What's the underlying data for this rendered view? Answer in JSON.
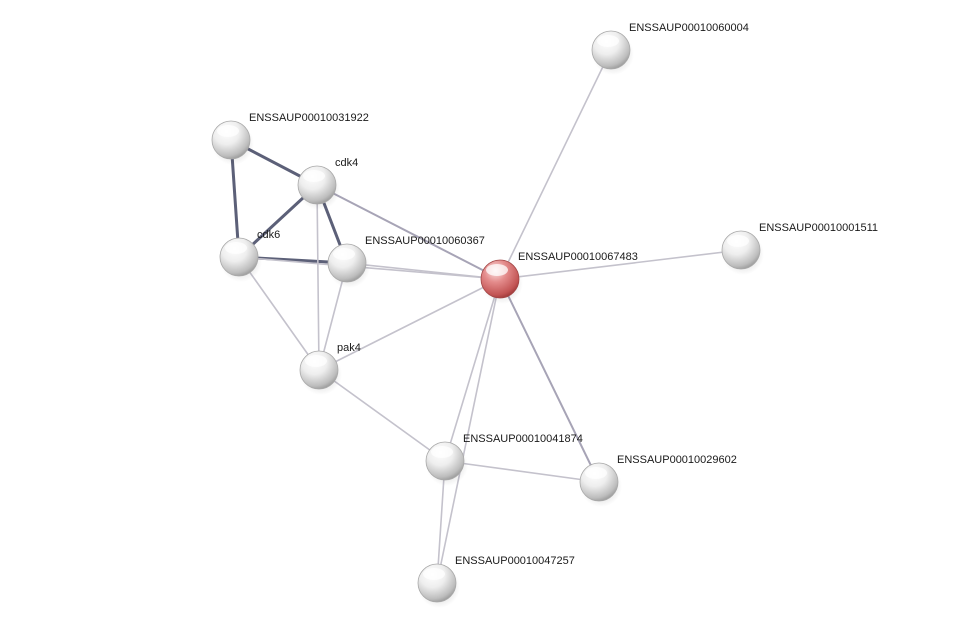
{
  "network": {
    "nodes": [
      {
        "id": "n60004",
        "label": "ENSSAUP00010060004",
        "kind": "neighbor"
      },
      {
        "id": "n31922",
        "label": "ENSSAUP00010031922",
        "kind": "neighbor"
      },
      {
        "id": "cdk4",
        "label": "cdk4",
        "kind": "neighbor"
      },
      {
        "id": "cdk6",
        "label": "cdk6",
        "kind": "neighbor"
      },
      {
        "id": "n60367",
        "label": "ENSSAUP00010060367",
        "kind": "neighbor"
      },
      {
        "id": "n67483",
        "label": "ENSSAUP00010067483",
        "kind": "query"
      },
      {
        "id": "n1511",
        "label": "ENSSAUP00010001511",
        "kind": "neighbor"
      },
      {
        "id": "pak4",
        "label": "pak4",
        "kind": "neighbor"
      },
      {
        "id": "n41874",
        "label": "ENSSAUP00010041874",
        "kind": "neighbor"
      },
      {
        "id": "n29602",
        "label": "ENSSAUP00010029602",
        "kind": "neighbor"
      },
      {
        "id": "n47257",
        "label": "ENSSAUP00010047257",
        "kind": "neighbor"
      }
    ],
    "edges": [
      {
        "source": "n31922",
        "target": "cdk4",
        "strength": "strong"
      },
      {
        "source": "n31922",
        "target": "cdk6",
        "strength": "strong"
      },
      {
        "source": "cdk4",
        "target": "cdk6",
        "strength": "strong"
      },
      {
        "source": "cdk4",
        "target": "n60367",
        "strength": "strong"
      },
      {
        "source": "cdk6",
        "target": "n60367",
        "strength": "strong"
      },
      {
        "source": "cdk4",
        "target": "n67483",
        "strength": "medium"
      },
      {
        "source": "cdk4",
        "target": "pak4",
        "strength": "weak"
      },
      {
        "source": "cdk6",
        "target": "pak4",
        "strength": "weak"
      },
      {
        "source": "cdk6",
        "target": "n67483",
        "strength": "weak"
      },
      {
        "source": "n60367",
        "target": "n67483",
        "strength": "weak"
      },
      {
        "source": "n60367",
        "target": "pak4",
        "strength": "weak"
      },
      {
        "source": "pak4",
        "target": "n67483",
        "strength": "weak"
      },
      {
        "source": "pak4",
        "target": "n41874",
        "strength": "weak"
      },
      {
        "source": "n60004",
        "target": "n67483",
        "strength": "weak"
      },
      {
        "source": "n1511",
        "target": "n67483",
        "strength": "weak"
      },
      {
        "source": "n67483",
        "target": "n41874",
        "strength": "weak"
      },
      {
        "source": "n67483",
        "target": "n29602",
        "strength": "medium"
      },
      {
        "source": "n67483",
        "target": "n47257",
        "strength": "weak"
      },
      {
        "source": "n41874",
        "target": "n29602",
        "strength": "weak"
      },
      {
        "source": "n41874",
        "target": "n47257",
        "strength": "weak"
      }
    ]
  }
}
